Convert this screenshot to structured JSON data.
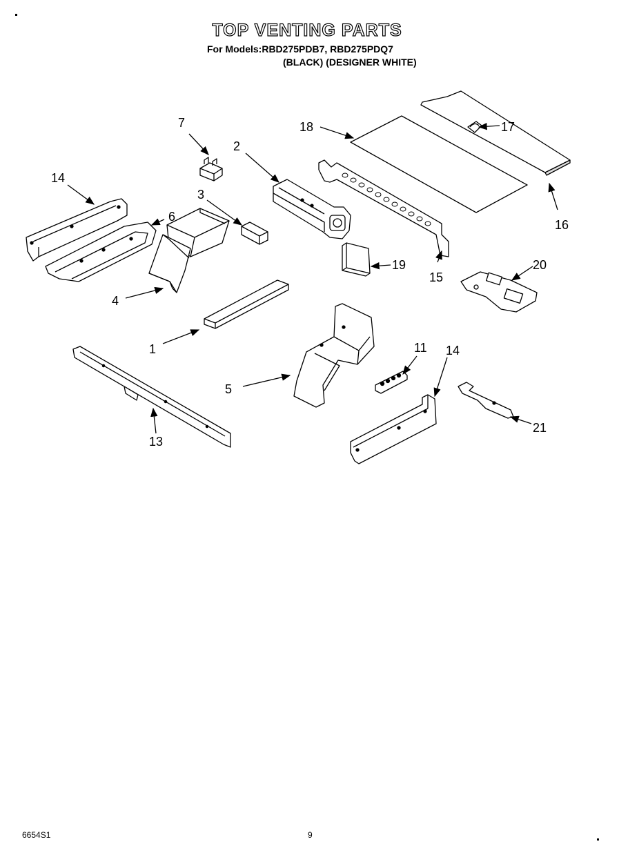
{
  "header": {
    "title": "TOP VENTING PARTS",
    "models_line": "For Models:RBD275PDB7, RBD275PDQ7",
    "colors_line": "(BLACK) (DESIGNER WHITE)"
  },
  "callouts": {
    "c1": "1",
    "c2": "2",
    "c3": "3",
    "c4": "4",
    "c5": "5",
    "c6": "6",
    "c7": "7",
    "c11": "11",
    "c13": "13",
    "c14a": "14",
    "c14b": "14",
    "c15": "15",
    "c16": "16",
    "c17": "17",
    "c18": "18",
    "c19": "19",
    "c20": "20",
    "c21": "21"
  },
  "footer": {
    "code": "6654S1",
    "page": "9"
  }
}
